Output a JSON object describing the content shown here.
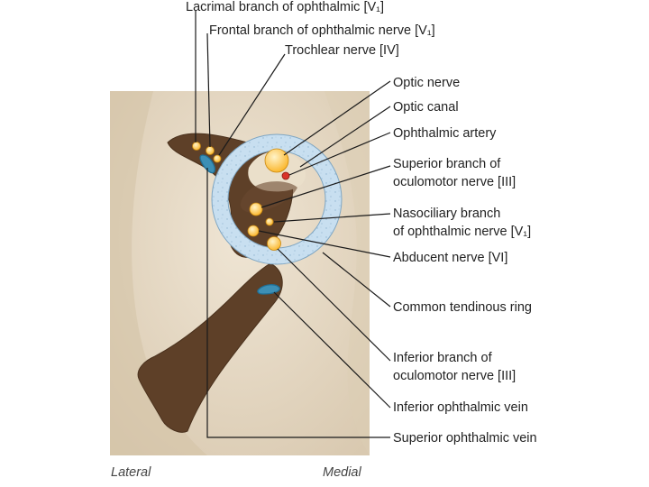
{
  "labels": {
    "lacrimal": "Lacrimal branch of ophthalmic [V₁]",
    "frontal": "Frontal branch of ophthalmic nerve [V₁]",
    "trochlear": "Trochlear nerve [IV]",
    "optic_nerve": "Optic nerve",
    "optic_canal": "Optic canal",
    "ophthalmic_artery": "Ophthalmic artery",
    "superior_branch_line1": "Superior branch of",
    "superior_branch_line2": "oculomotor nerve [III]",
    "nasociliary_line1": "Nasociliary branch",
    "nasociliary_line2": "of ophthalmic nerve [V₁]",
    "abducent": "Abducent nerve [VI]",
    "tendinous_ring": "Common tendinous ring",
    "inferior_branch_line1": "Inferior branch of",
    "inferior_branch_line2": "oculomotor nerve [III]",
    "inferior_vein": "Inferior ophthalmic vein",
    "superior_vein": "Superior ophthalmic vein"
  },
  "orientation": {
    "lateral": "Lateral",
    "medial": "Medial"
  },
  "colors": {
    "bone": "#e6dac7",
    "fissure": "#5e4028",
    "ring": "#c8dff0",
    "nerve": "#fbb82f",
    "artery": "#d9322a",
    "vein": "#1f6f96"
  }
}
